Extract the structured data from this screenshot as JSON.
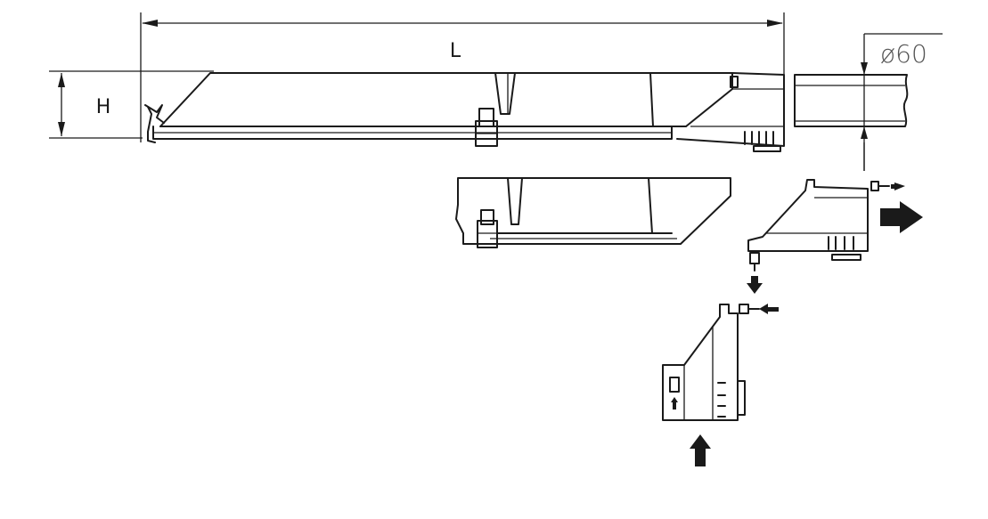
{
  "dimensions": {
    "length_label": "L",
    "height_label": "H",
    "diameter_label": "ø60"
  },
  "colors": {
    "line": "#1a1a1a",
    "background": "#ffffff",
    "diameter_text": "#555555"
  }
}
